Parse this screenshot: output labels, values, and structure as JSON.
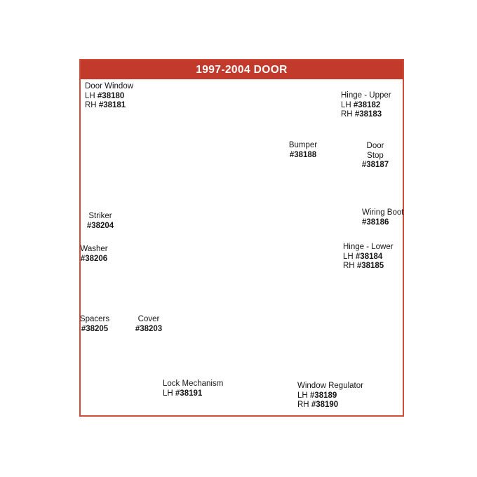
{
  "header": {
    "title": "1997-2004 DOOR"
  },
  "colors": {
    "accent": "#c23a2b",
    "leader": "#c5372a",
    "border": "#d24a38",
    "ink": "#222222"
  },
  "callouts": {
    "door_window": {
      "title_lines": [
        "Door Window"
      ],
      "rows": [
        {
          "prefix": "LH ",
          "number": "#38180"
        },
        {
          "prefix": "RH ",
          "number": "#38181"
        }
      ]
    },
    "hinge_upper": {
      "title_lines": [
        "Hinge - Upper"
      ],
      "rows": [
        {
          "prefix": "LH ",
          "number": "#38182"
        },
        {
          "prefix": "RH ",
          "number": "#38183"
        }
      ]
    },
    "bumper": {
      "title_lines": [
        "Bumper"
      ],
      "rows": [
        {
          "prefix": "",
          "number": "#38188"
        }
      ]
    },
    "door_stop": {
      "title_lines": [
        "Door",
        "Stop"
      ],
      "rows": [
        {
          "prefix": "",
          "number": "#38187"
        }
      ]
    },
    "wiring_boot": {
      "title_lines": [
        "Wiring Boot"
      ],
      "rows": [
        {
          "prefix": "",
          "number": "#38186"
        }
      ]
    },
    "hinge_lower": {
      "title_lines": [
        "Hinge - Lower"
      ],
      "rows": [
        {
          "prefix": "LH ",
          "number": "#38184"
        },
        {
          "prefix": "RH ",
          "number": "#38185"
        }
      ]
    },
    "striker": {
      "title_lines": [
        "Striker"
      ],
      "rows": [
        {
          "prefix": "",
          "number": "#38204"
        }
      ]
    },
    "washer": {
      "title_lines": [
        "Washer"
      ],
      "rows": [
        {
          "prefix": "",
          "number": "#38206"
        }
      ]
    },
    "spacers": {
      "title_lines": [
        "Spacers"
      ],
      "rows": [
        {
          "prefix": "",
          "number": "#38205"
        }
      ]
    },
    "cover": {
      "title_lines": [
        "Cover"
      ],
      "rows": [
        {
          "prefix": "",
          "number": "#38203"
        }
      ]
    },
    "lock_mechanism": {
      "title_lines": [
        "Lock Mechanism"
      ],
      "rows": [
        {
          "prefix": "LH ",
          "number": "#38191"
        }
      ]
    },
    "window_regulator": {
      "title_lines": [
        "Window Regulator"
      ],
      "rows": [
        {
          "prefix": "LH ",
          "number": "#38189"
        },
        {
          "prefix": "RH ",
          "number": "#38190"
        }
      ]
    }
  }
}
